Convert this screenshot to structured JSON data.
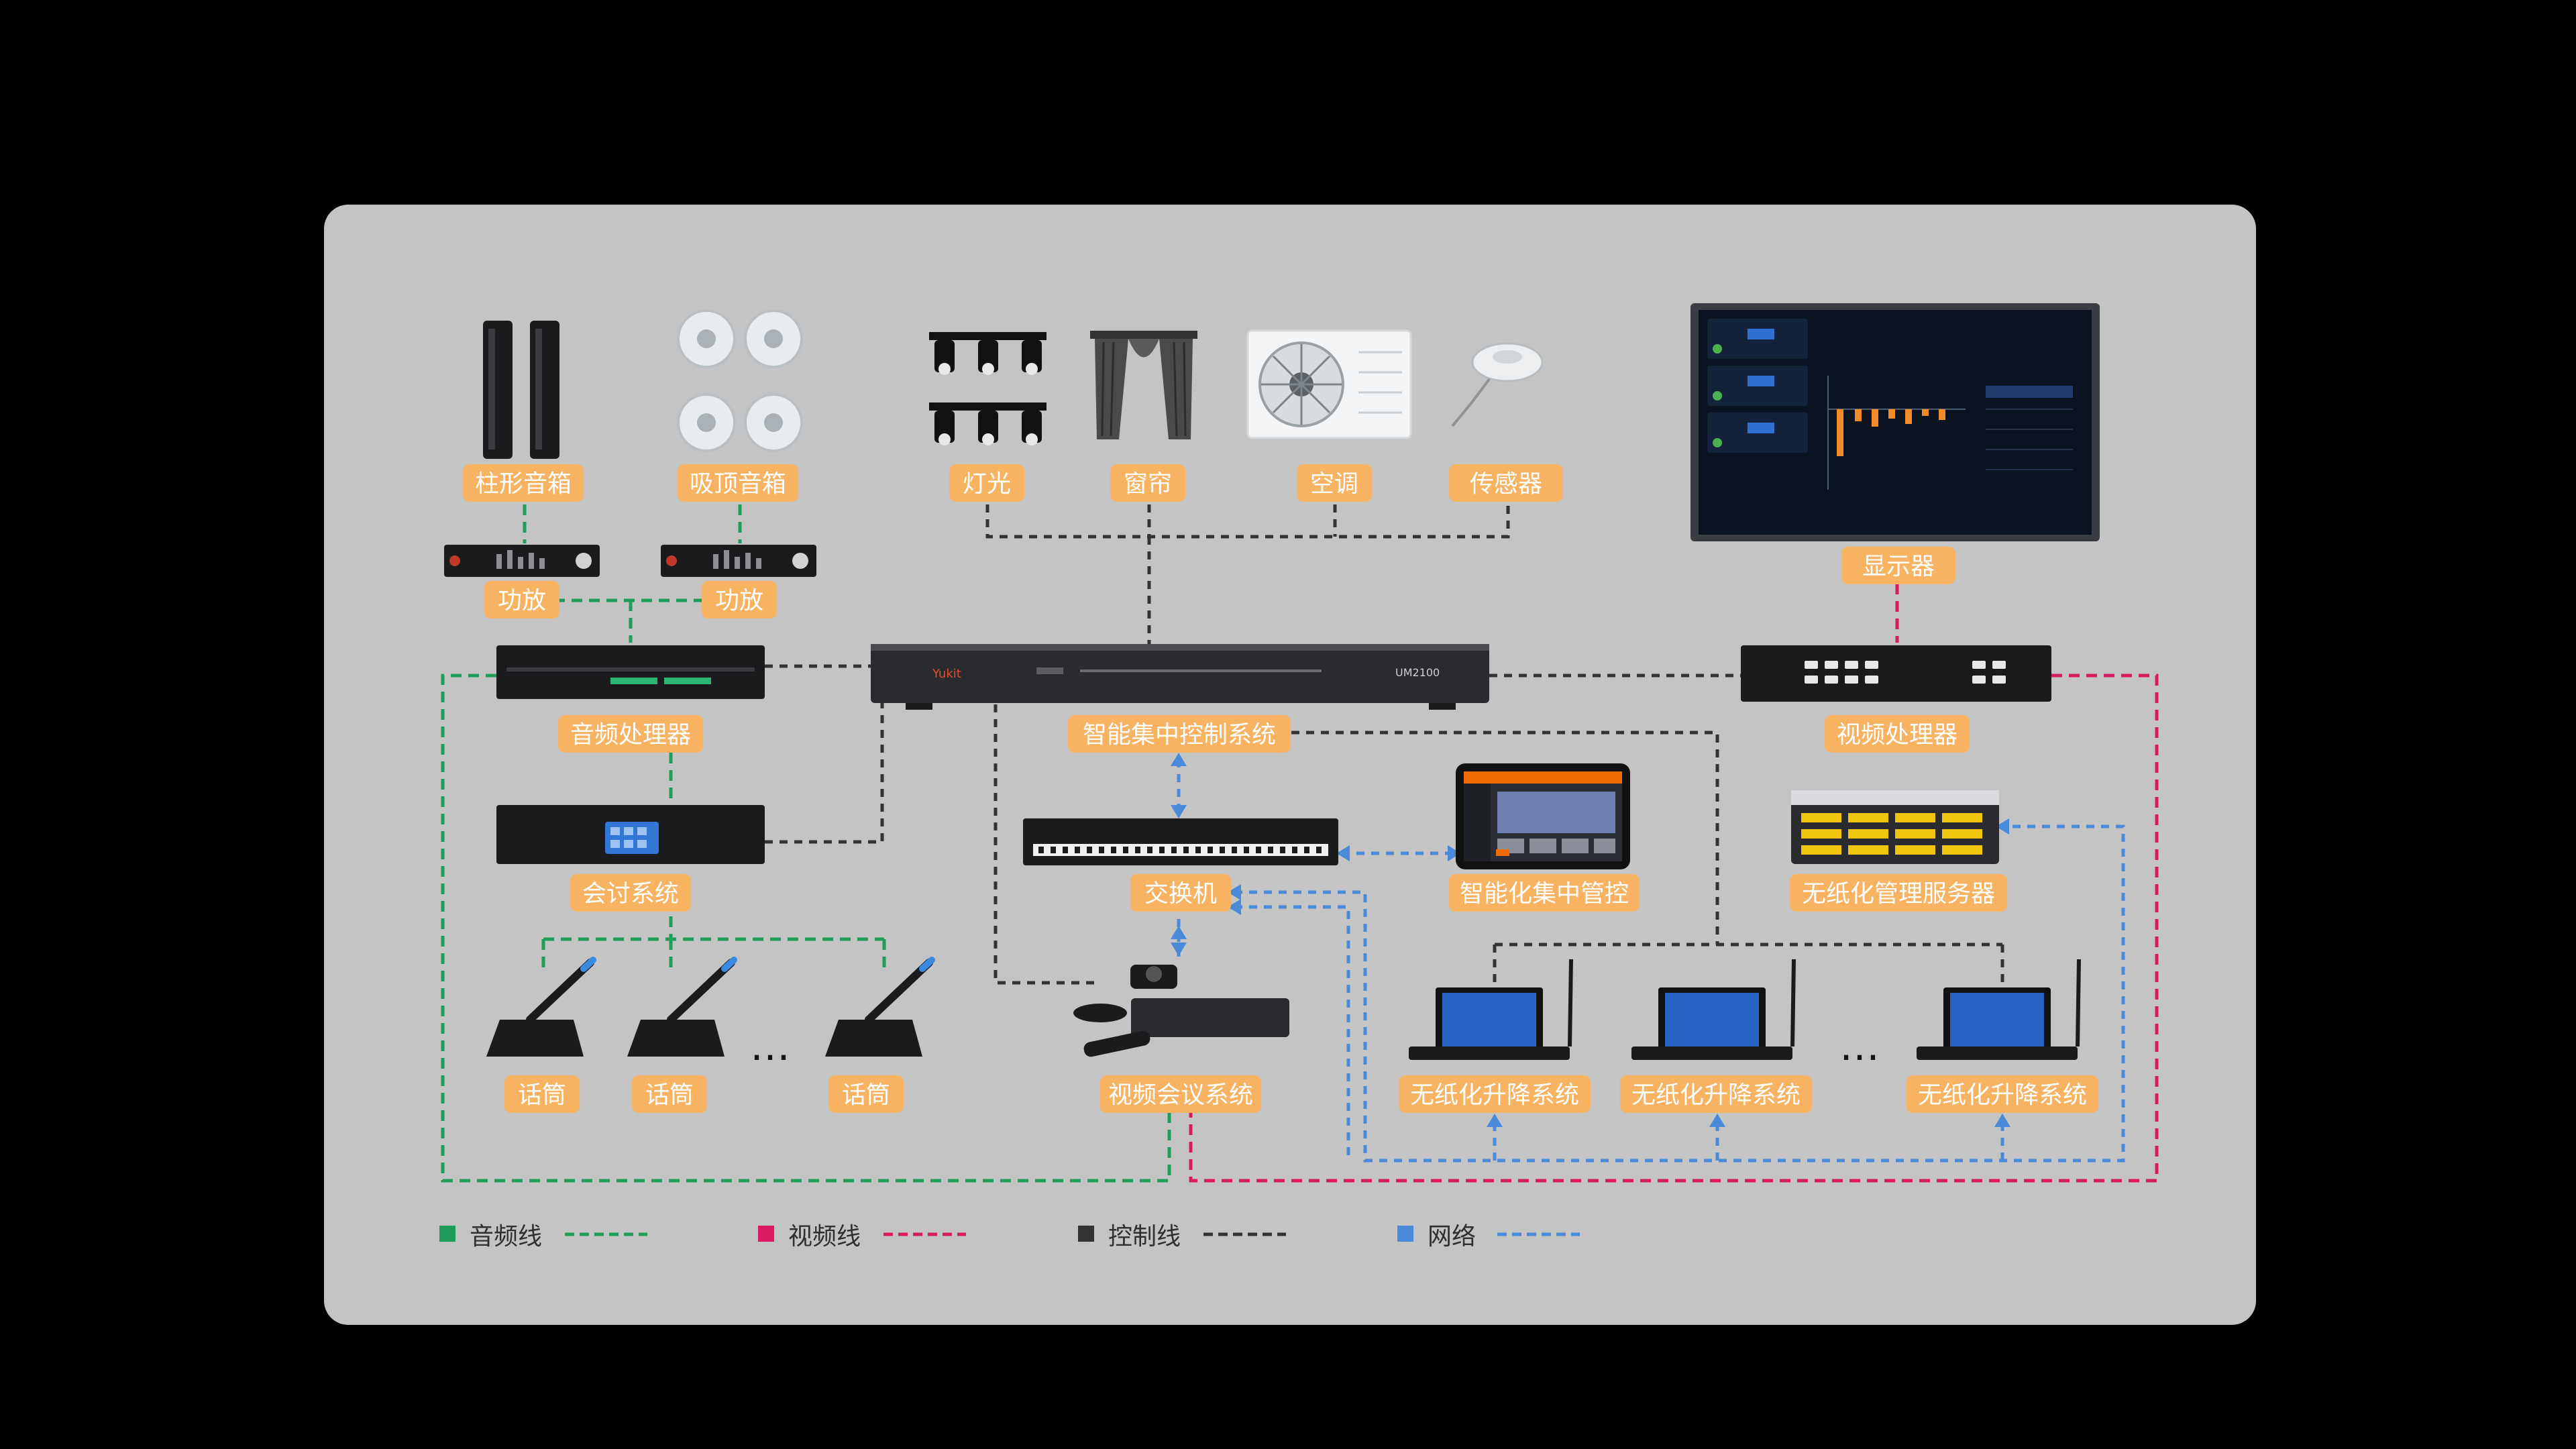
{
  "colors": {
    "background": "#000000",
    "panel": "#c4c4c4",
    "label_bg": "#f7b262",
    "label_text": "#ffffff",
    "audio": "#1f9d5a",
    "video": "#d81b60",
    "control": "#333333",
    "network": "#4a8ad8"
  },
  "labels": {
    "column_speaker": "柱形音箱",
    "ceiling_speaker": "吸顶音箱",
    "light": "灯光",
    "curtain": "窗帘",
    "ac": "空调",
    "sensor": "传感器",
    "display": "显示器",
    "amp_1": "功放",
    "amp_2": "功放",
    "audio_processor": "音频处理器",
    "central_control": "智能集中控制系统",
    "video_processor": "视频处理器",
    "conference_system": "会讨系统",
    "switch": "交换机",
    "smart_control": "智能化集中管控",
    "paperless_server": "无纸化管理服务器",
    "mic_1": "话筒",
    "mic_2": "话筒",
    "mic_3": "话筒",
    "video_conference": "视频会议系统",
    "lift_1": "无纸化升降系统",
    "lift_2": "无纸化升降系统",
    "lift_3": "无纸化升降系统",
    "ellipsis": "…"
  },
  "device_text": {
    "controller_brand": "Yukit",
    "controller_model": "UM2100"
  },
  "legend": [
    {
      "label": "音频线",
      "color": "#1f9d5a"
    },
    {
      "label": "视频线",
      "color": "#d81b60"
    },
    {
      "label": "控制线",
      "color": "#333333"
    },
    {
      "label": "网络",
      "color": "#4a8ad8"
    }
  ]
}
